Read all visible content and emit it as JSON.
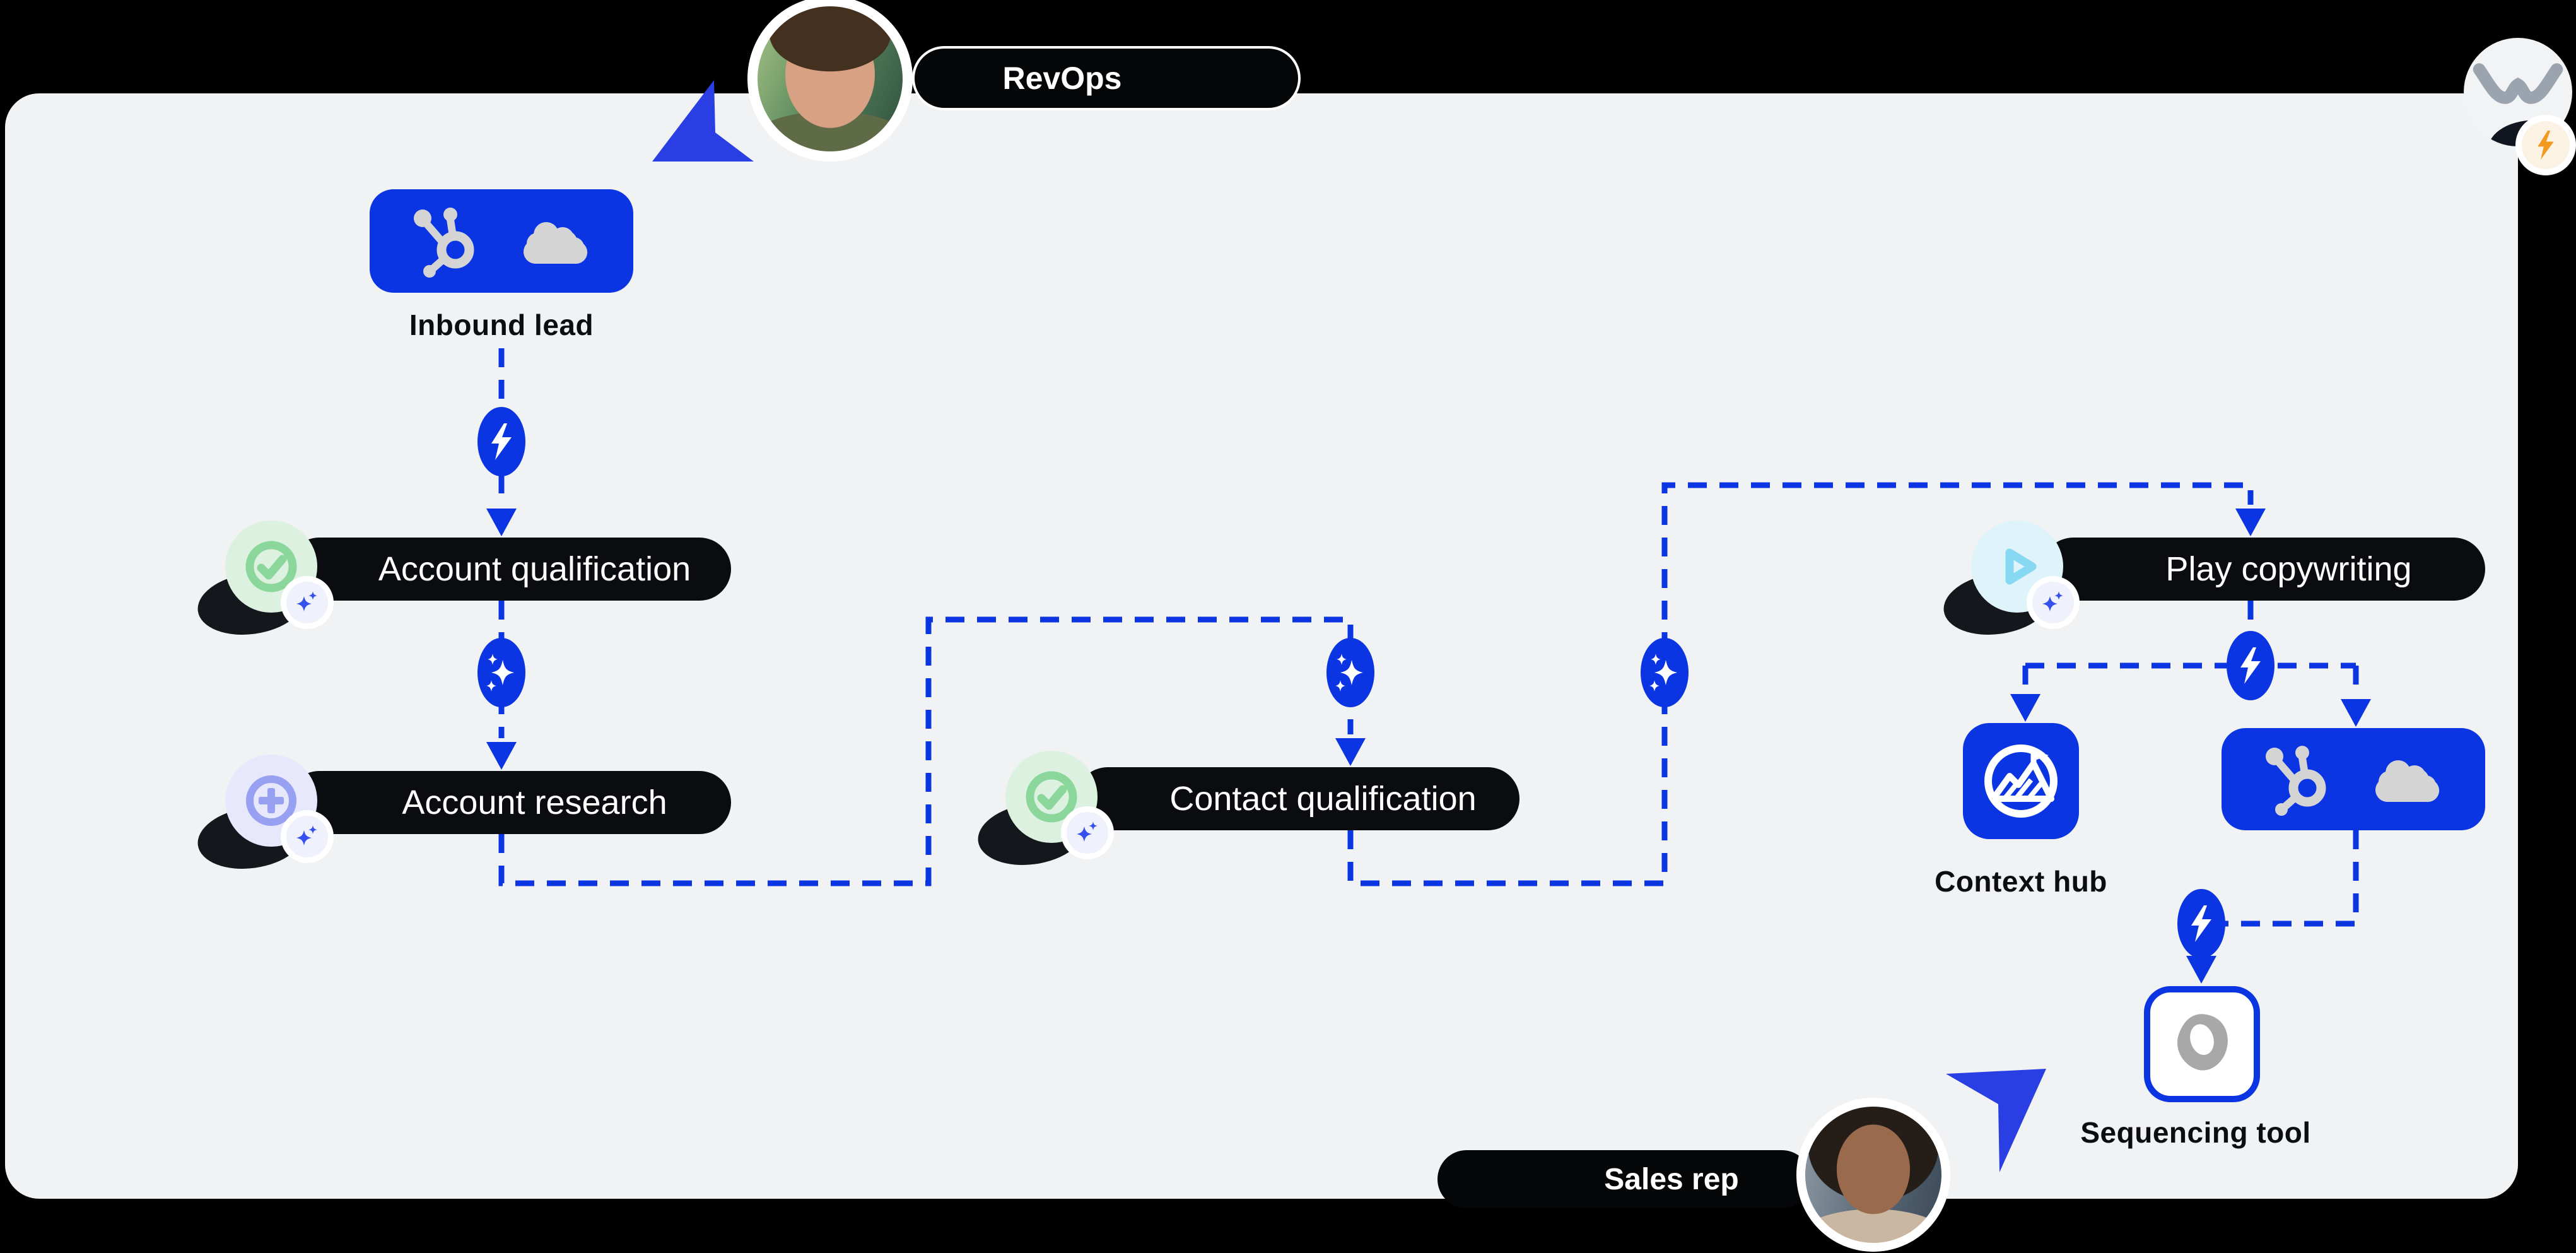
{
  "colors": {
    "background": "#000000",
    "canvas": "#F1F2F4",
    "accent_blue": "#0B35E2",
    "cursor_blue": "#2A3FE3",
    "pill_black": "#0A0C0F",
    "check_green": "#8BD79B",
    "check_green_bg": "#DDF1E0",
    "plus_purple": "#98A0F2",
    "plus_purple_bg": "#E7E8FB",
    "play_cyan": "#86D8F3",
    "play_cyan_bg": "#DFF3FB",
    "sparkle_blue": "#3550EE",
    "bolt_orange": "#F2991F",
    "bolt_orange_bg": "#FCF2E4",
    "logo_gray": "#9BA3AE",
    "app_icon_gray": "#D4D4D4"
  },
  "collaborators": {
    "revops": {
      "label": "RevOps"
    },
    "salesrep": {
      "label": "Sales rep"
    }
  },
  "workflow": {
    "inbound": {
      "label": "Inbound lead",
      "icons": [
        "hubspot-icon",
        "salesforce-icon"
      ]
    },
    "steps": [
      {
        "label": "Account qualification",
        "badge": "check-icon"
      },
      {
        "label": "Account research",
        "badge": "plus-icon"
      },
      {
        "label": "Contact qualification",
        "badge": "check-icon"
      },
      {
        "label": "Play copywriting",
        "badge": "play-icon"
      }
    ],
    "context_hub": {
      "label": "Context hub"
    },
    "crm_sync": {
      "icons": [
        "hubspot-icon",
        "salesforce-icon"
      ]
    },
    "sequencing": {
      "label": "Sequencing tool"
    },
    "connector_nodes": [
      "lightning",
      "sparkle",
      "sparkle",
      "sparkle",
      "lightning",
      "lightning"
    ]
  }
}
